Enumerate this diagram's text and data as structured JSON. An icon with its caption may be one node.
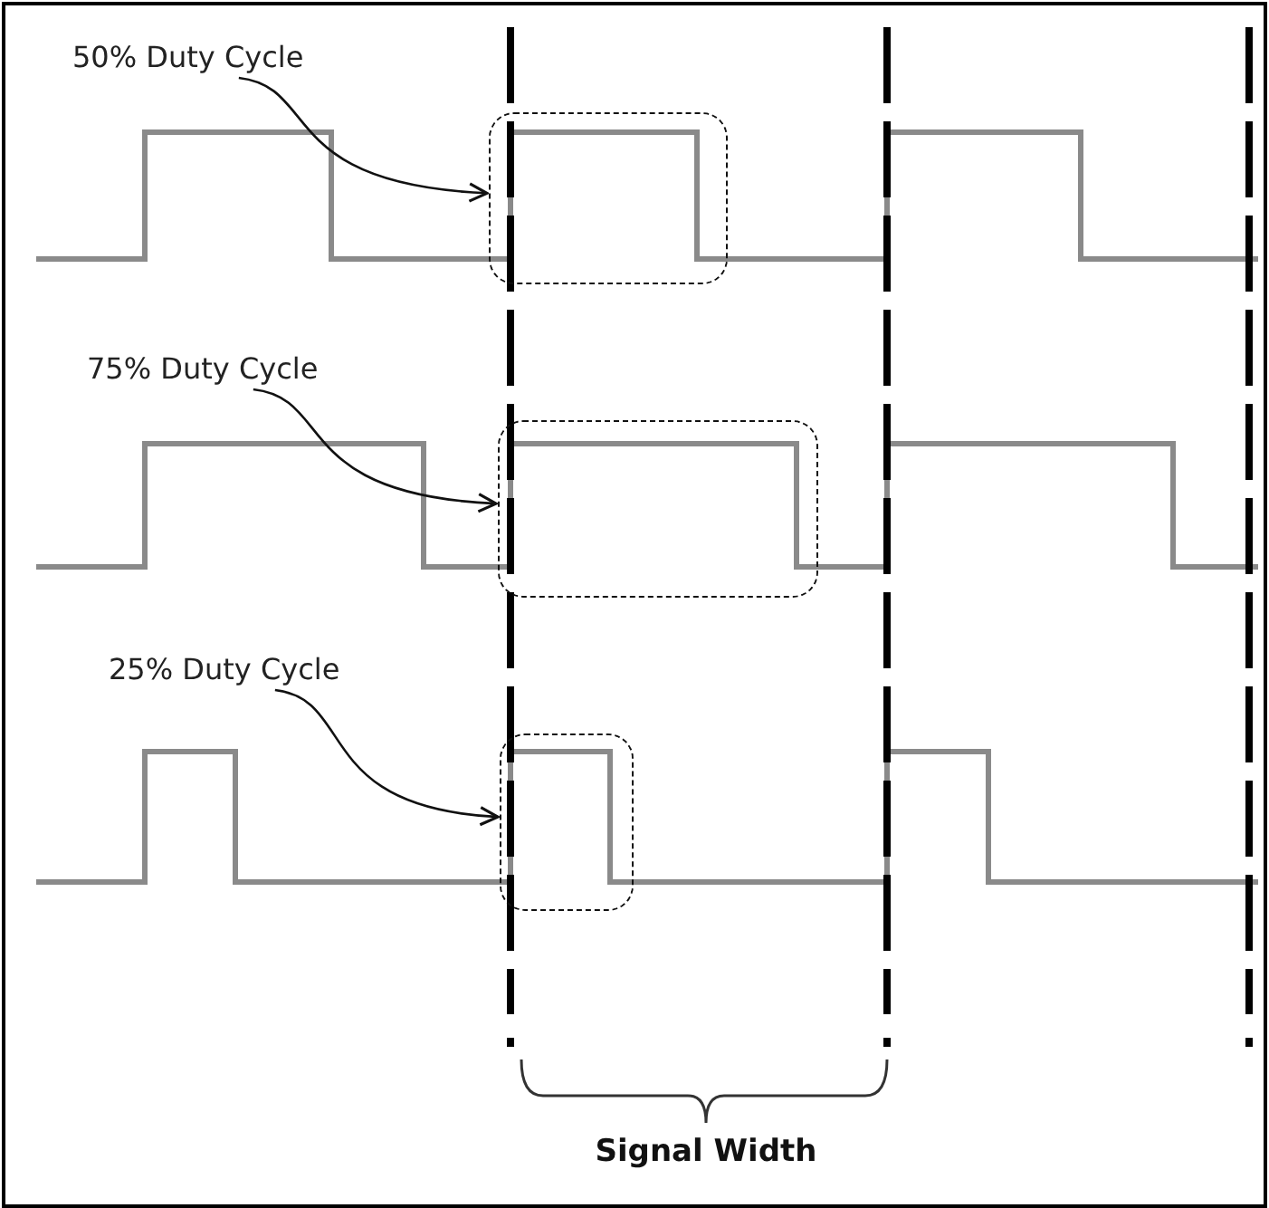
{
  "diagram": {
    "nodes": [
      {
        "text": [
          "50% Duty Cycle"
        ]
      },
      {
        "text": [],
        "shape": "box"
      },
      {
        "text": [
          "75% Duty Cycle"
        ]
      },
      {
        "text": [],
        "shape": "box"
      },
      {
        "text": [
          "25% Duty Cycle"
        ]
      },
      {
        "text": [],
        "shape": "box"
      }
    ],
    "edges": [
      {
        "from": 0,
        "to": 1,
        "arrow": "to"
      },
      {
        "from": 2,
        "to": 3,
        "arrow": "to"
      },
      {
        "from": 4,
        "to": 5,
        "arrow": "to"
      }
    ],
    "labels": [
      "Signal Width"
    ]
  }
}
